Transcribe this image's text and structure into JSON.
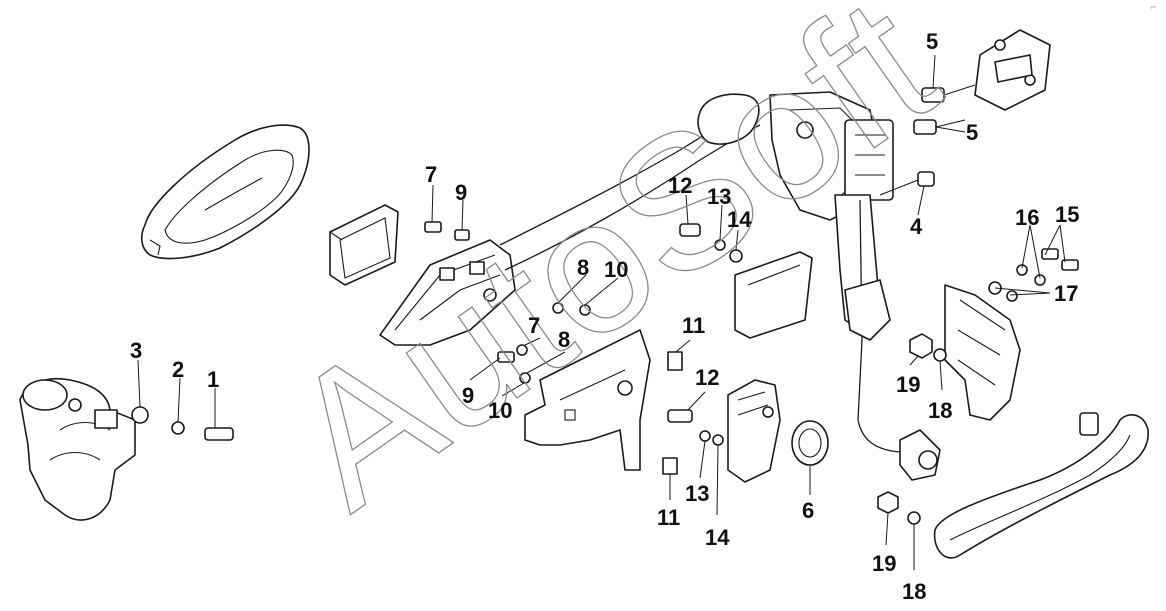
{
  "diagram": {
    "watermark": "AutoSoft",
    "callouts": [
      {
        "id": "c1",
        "label": "1"
      },
      {
        "id": "c2",
        "label": "2"
      },
      {
        "id": "c3",
        "label": "3"
      },
      {
        "id": "c4",
        "label": "4"
      },
      {
        "id": "c5a",
        "label": "5"
      },
      {
        "id": "c5b",
        "label": "5"
      },
      {
        "id": "c6",
        "label": "6"
      },
      {
        "id": "c7a",
        "label": "7"
      },
      {
        "id": "c7b",
        "label": "7"
      },
      {
        "id": "c8a",
        "label": "8"
      },
      {
        "id": "c8b",
        "label": "8"
      },
      {
        "id": "c9a",
        "label": "9"
      },
      {
        "id": "c9b",
        "label": "9"
      },
      {
        "id": "c10a",
        "label": "10"
      },
      {
        "id": "c10b",
        "label": "10"
      },
      {
        "id": "c11a",
        "label": "11"
      },
      {
        "id": "c11b",
        "label": "11"
      },
      {
        "id": "c12a",
        "label": "12"
      },
      {
        "id": "c12b",
        "label": "12"
      },
      {
        "id": "c13a",
        "label": "13"
      },
      {
        "id": "c13b",
        "label": "13"
      },
      {
        "id": "c14a",
        "label": "14"
      },
      {
        "id": "c14b",
        "label": "14"
      },
      {
        "id": "c15",
        "label": "15"
      },
      {
        "id": "c16",
        "label": "16"
      },
      {
        "id": "c17",
        "label": "17"
      },
      {
        "id": "c18a",
        "label": "18"
      },
      {
        "id": "c18b",
        "label": "18"
      },
      {
        "id": "c19a",
        "label": "19"
      },
      {
        "id": "c19b",
        "label": "19"
      }
    ]
  }
}
